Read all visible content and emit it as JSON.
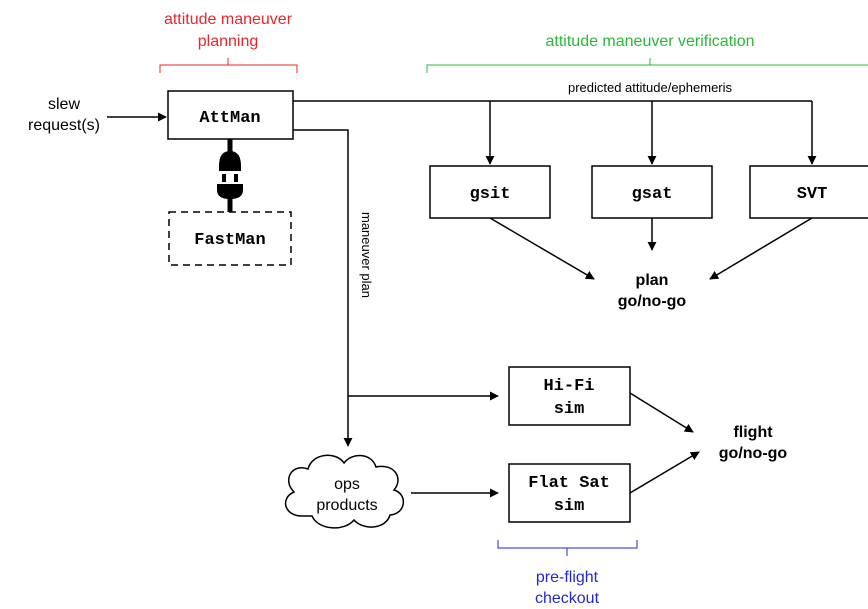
{
  "colors": {
    "planning": "#e8262a",
    "verification": "#2db53a",
    "preflight": "#2327d6",
    "ink": "#000000"
  },
  "brackets": {
    "planning": {
      "line1": "attitude maneuver",
      "line2": "planning"
    },
    "verification": {
      "label": "attitude maneuver verification"
    },
    "preflight": {
      "line1": "pre-flight",
      "line2": "checkout"
    }
  },
  "inputs": {
    "slew_line1": "slew",
    "slew_line2": "request(s)"
  },
  "boxes": {
    "attman": "AttMan",
    "fastman": "FastMan",
    "gsit": "gsit",
    "gsat": "gsat",
    "svt": "SVT",
    "hifi_line1": "Hi-Fi",
    "hifi_line2": "sim",
    "flatsat_line1": "Flat Sat",
    "flatsat_line2": "sim"
  },
  "edges": {
    "predicted": "predicted attitude/ephemeris",
    "maneuver_plan": "maneuver plan"
  },
  "cloud": {
    "line1": "ops",
    "line2": "products"
  },
  "outcomes": {
    "plan_line1": "plan",
    "plan_line2": "go/no-go",
    "flight_line1": "flight",
    "flight_line2": "go/no-go"
  },
  "icons": {
    "plug": "plug-connector-icon",
    "cloud": "cloud-shape"
  }
}
